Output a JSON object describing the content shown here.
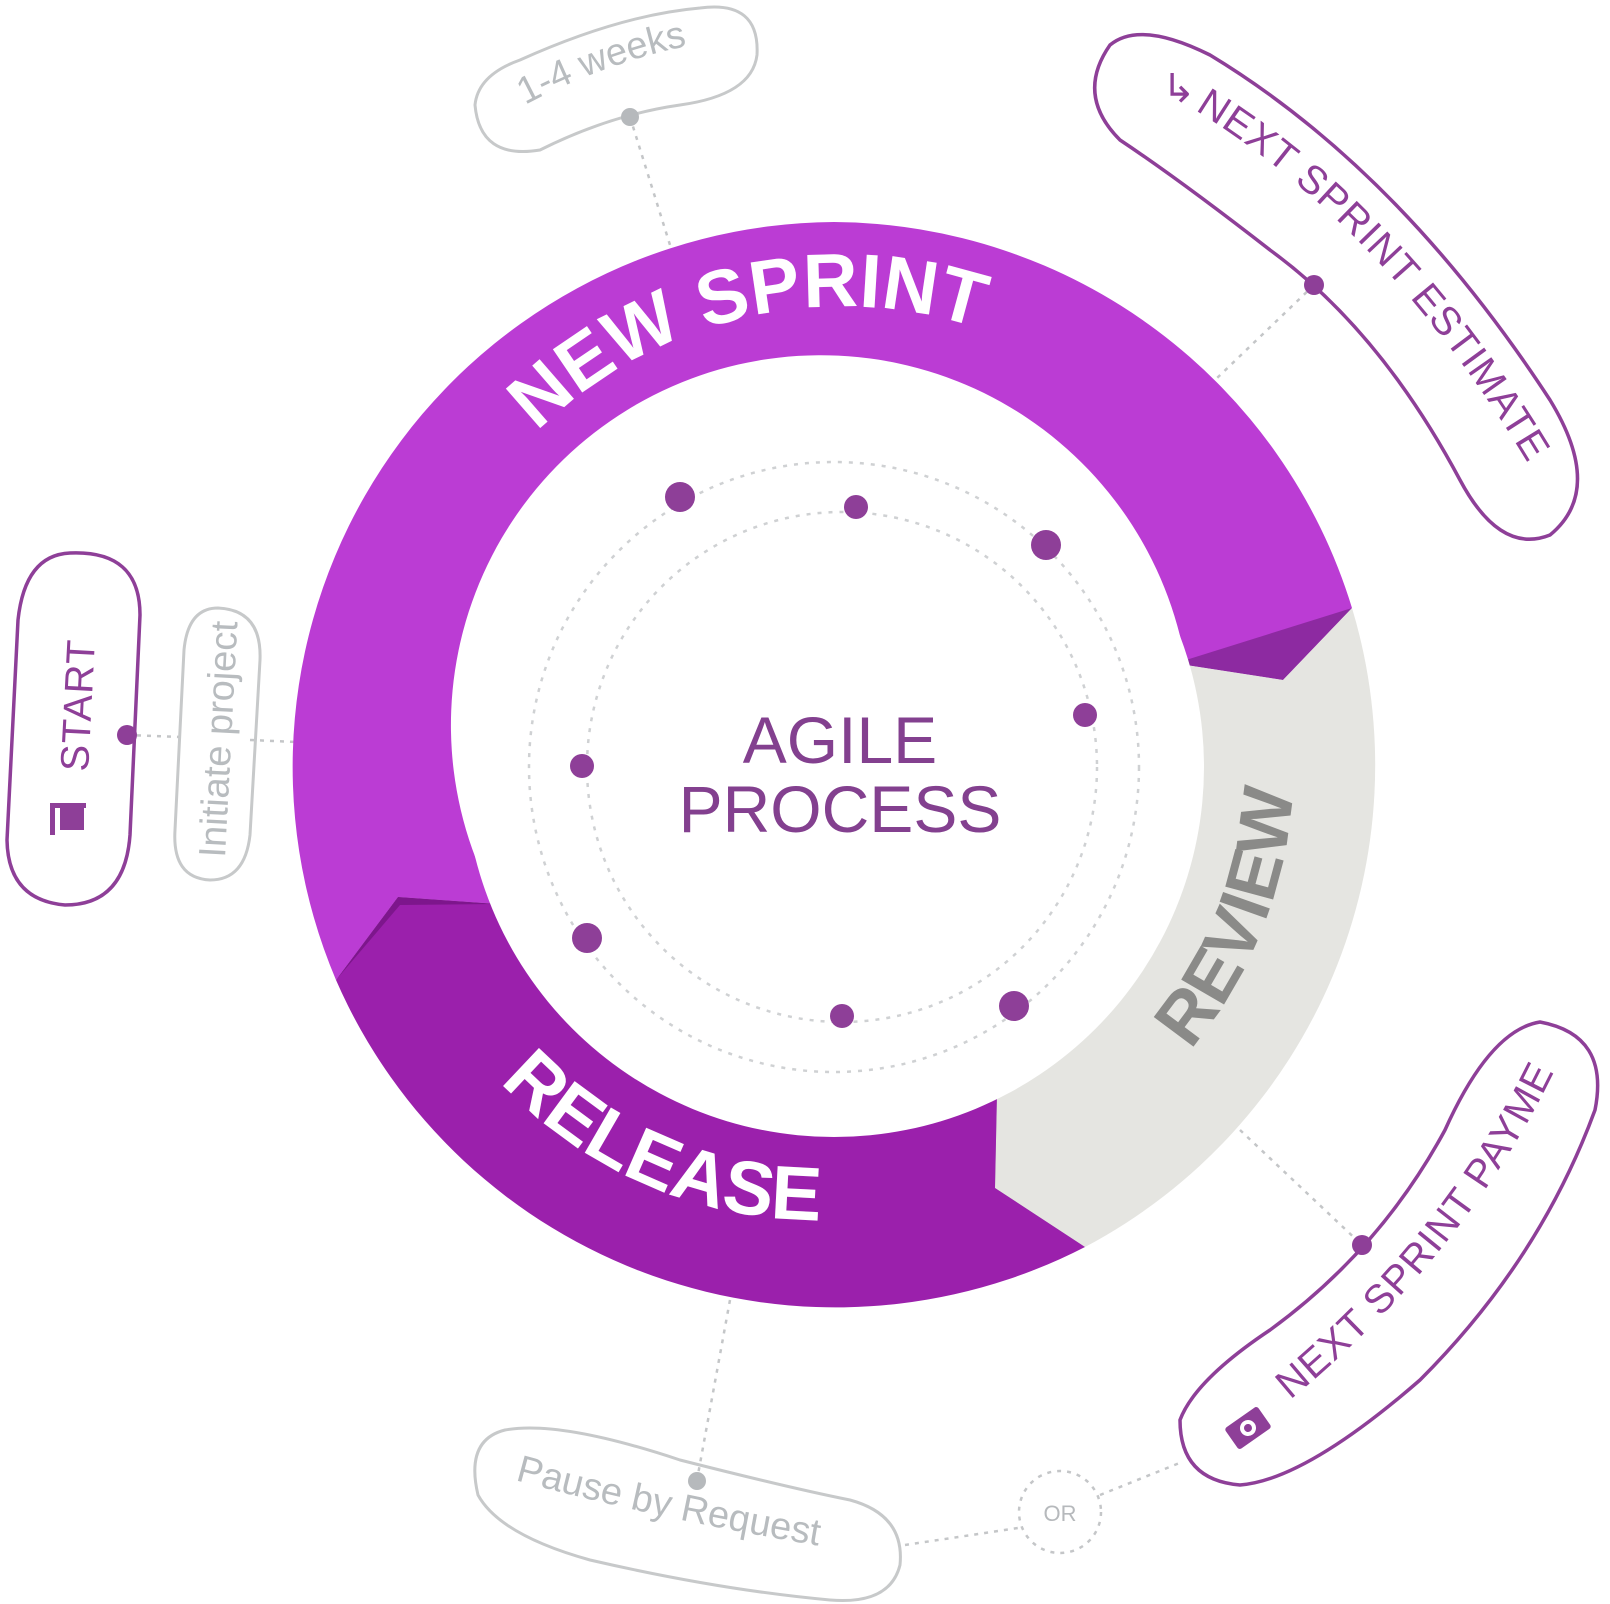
{
  "center": {
    "line1": "AGILE",
    "line2": "PROCESS"
  },
  "segments": {
    "new_sprint": "NEW SPRINT",
    "review": "REVIEW",
    "release": "RELEASE"
  },
  "callouts": {
    "duration": "1-4 weeks",
    "start": "START",
    "initiate": "Initiate project",
    "estimate": "NEXT SPRINT ESTIMATE",
    "payment": "NEXT SPRINT PAYMENT",
    "pause": "Pause by Request",
    "or": "OR"
  },
  "colors": {
    "new_sprint": "#bb3cd4",
    "release": "#9b20ac",
    "review": "#e5e5e1",
    "accent": "#8e3f98",
    "muted": "#c4c6c8"
  },
  "icons": {
    "start": "flag-icon",
    "estimate": "arrow-turn-down-icon",
    "payment": "cash-icon"
  }
}
